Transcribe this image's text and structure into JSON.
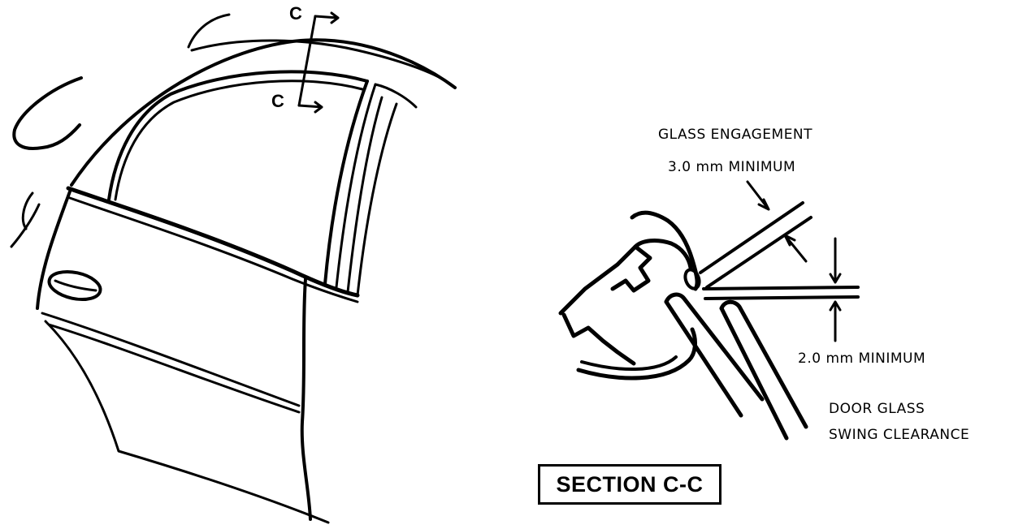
{
  "section_markers": {
    "upper": "C",
    "lower": "C"
  },
  "labels": {
    "glass_engagement_title": "GLASS ENGAGEMENT",
    "glass_engagement_value": "3.0 mm MINIMUM",
    "swing_clearance_value": "2.0 mm MINIMUM",
    "door_glass_line1": "DOOR GLASS",
    "door_glass_line2": "SWING CLEARANCE"
  },
  "section_title": "SECTION C-C"
}
